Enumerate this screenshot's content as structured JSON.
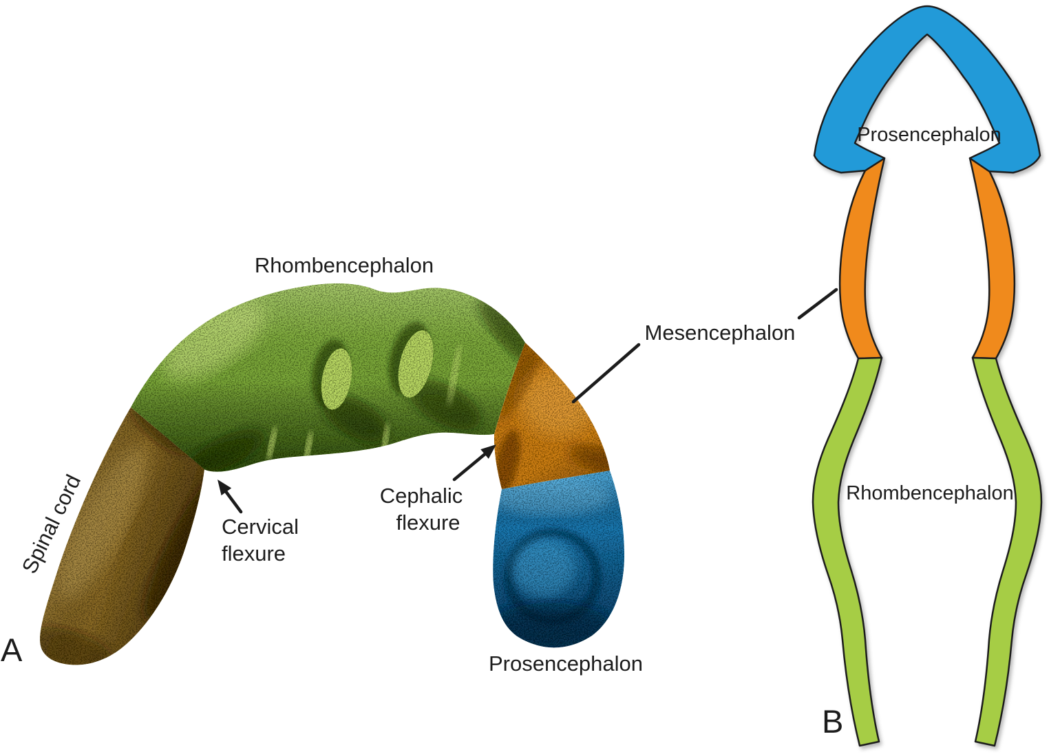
{
  "figure": {
    "panels": {
      "a": {
        "letter": "A",
        "labels": {
          "spinal_cord": "Spinal cord",
          "rhombencephalon": "Rhombencephalon",
          "cervical_line1": "Cervical",
          "cervical_line2": "flexure",
          "cephalic_line1": "Cephalic",
          "cephalic_line2": "flexure",
          "prosencephalon": "Prosencephalon"
        }
      },
      "b": {
        "letter": "B",
        "labels": {
          "prosencephalon": "Prosencephalon",
          "rhombencephalon": "Rhombencephalon"
        }
      }
    },
    "shared": {
      "mesencephalon": "Mesencephalon"
    },
    "colors": {
      "b_prosencephalon": "#219ad8",
      "b_mesencephalon": "#f08a1d",
      "b_rhombencephalon": "#a6cd45",
      "a_spinal_cord": "#8a6a26",
      "a_rhombencephalon": "#7ca93a",
      "a_mesencephalon": "#cd7f16",
      "a_prosencephalon": "#1d7ab3",
      "ink": "#1c1c1c",
      "background": "#ffffff"
    }
  }
}
